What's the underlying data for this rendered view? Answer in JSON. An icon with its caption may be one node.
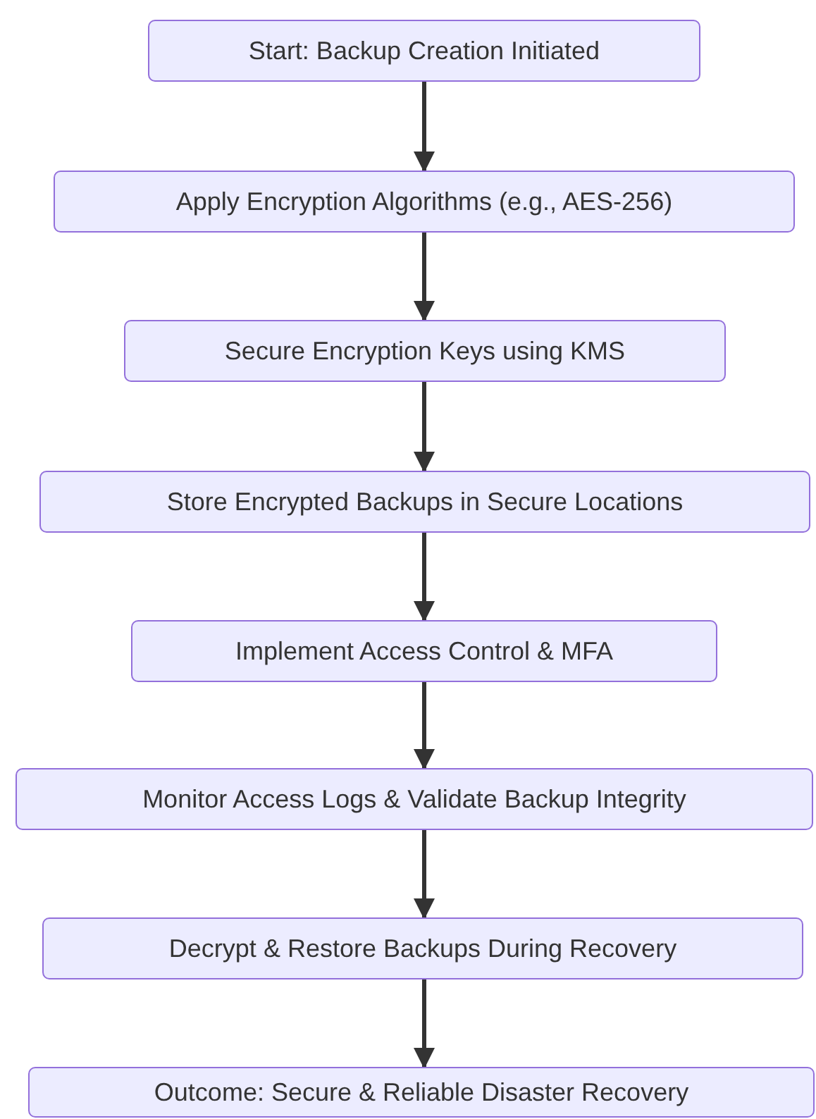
{
  "diagram": {
    "nodes": [
      {
        "text": [
          "Start: Backup Creation Initiated"
        ]
      },
      {
        "text": [
          "Apply Encryption Algorithms (e.g., AES-256)"
        ]
      },
      {
        "text": [
          "Secure Encryption Keys using KMS"
        ]
      },
      {
        "text": [
          "Store Encrypted Backups in Secure Locations"
        ]
      },
      {
        "text": [
          "Implement Access Control & MFA"
        ]
      },
      {
        "text": [
          "Monitor Access Logs & Validate Backup Integrity"
        ]
      },
      {
        "text": [
          "Decrypt & Restore Backups During Recovery"
        ]
      },
      {
        "text": [
          "Outcome: Secure & Reliable Disaster Recovery"
        ]
      }
    ],
    "edges": [
      {
        "from": 0,
        "to": 1,
        "arrow": "to"
      },
      {
        "from": 1,
        "to": 2,
        "arrow": "to"
      },
      {
        "from": 2,
        "to": 3,
        "arrow": "to"
      },
      {
        "from": 3,
        "to": 4,
        "arrow": "to"
      },
      {
        "from": 4,
        "to": 5,
        "arrow": "to"
      },
      {
        "from": 5,
        "to": 6,
        "arrow": "to"
      },
      {
        "from": 6,
        "to": 7,
        "arrow": "to"
      }
    ]
  }
}
